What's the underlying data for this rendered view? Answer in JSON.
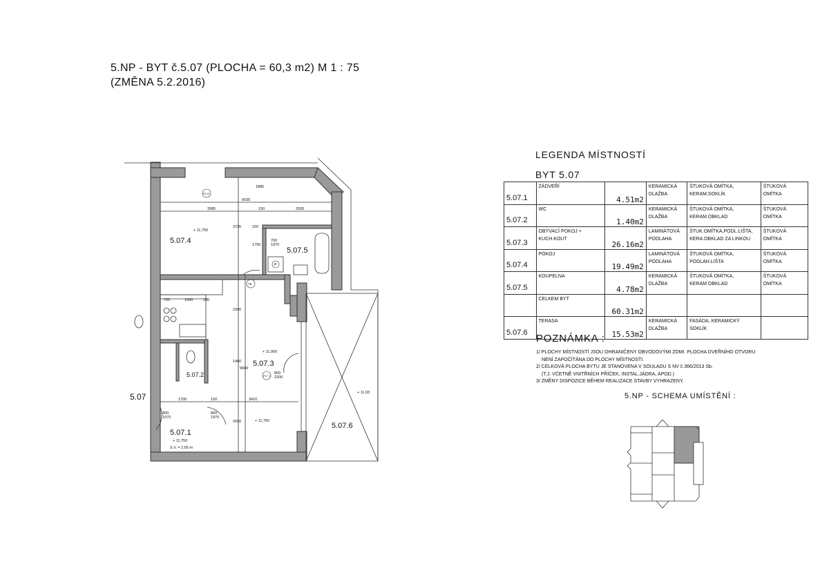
{
  "header": {
    "line1": "5.NP - BYT č.5.07 (PLOCHA = 60,3 m2)    M 1 : 75",
    "line2": "(ZMĚNA 5.2.2016)"
  },
  "legend": {
    "title": "LEGENDA MÍSTNOSTÍ",
    "subtitle": "BYT 5.07",
    "rows": [
      {
        "code": "5.07.1",
        "name": "ZÁDVEŘÍ",
        "area": "4.51m2",
        "floor": "KERAMICKÁ DLAŽBA",
        "walls": "ŠTUKOVÁ OMÍTKA, KERAM.SOKLÍK",
        "ceiling": "ŠTUKOVÁ OMÍTKA"
      },
      {
        "code": "5.07.2",
        "name": "WC",
        "area": "1.40m2",
        "floor": "KERAMICKÁ DLAŽBA",
        "walls": "ŠTUKOVÁ OMÍTKA, KERAM.OBKLAD",
        "ceiling": "ŠTUKOVÁ OMÍTKA"
      },
      {
        "code": "5.07.3",
        "name": "OBÝVACÍ POKOJ + KUCH.KOUT",
        "area": "26.16m2",
        "floor": "LAMINÁTOVÁ PODLAHA",
        "walls": "ŠTUK.OMÍTKA,PODL.LIŠTA, KERA.OBKLAD ZA LINKOU",
        "ceiling": "ŠTUKOVÁ OMÍTKA"
      },
      {
        "code": "5.07.4",
        "name": "POKOJ",
        "area": "19.49m2",
        "floor": "LAMINÁTOVÁ PODLAHA",
        "walls": "ŠTUKOVÁ OMÍTKA, PODLAH.LIŠTA",
        "ceiling": "ŠTUKOVÁ OMÍTKA"
      },
      {
        "code": "5.07.5",
        "name": "KOUPELNA",
        "area": "4.78m2",
        "floor": "KERAMICKÁ DLAŽBA",
        "walls": "ŠTUKOVÁ OMÍTKA, KERAM.OBKLAD",
        "ceiling": "ŠTUKOVÁ OMÍTKA"
      },
      {
        "code": "",
        "name": "CELKEM BYT",
        "area": "60.31m2",
        "floor": "",
        "walls": "",
        "ceiling": ""
      },
      {
        "code": "5.07.6",
        "name": "TERASA",
        "area": "15.53m2",
        "floor": "KERAMICKÁ DLAŽBA",
        "walls": "FASÁDA, KERAMICKÝ SOKLÍK",
        "ceiling": ""
      }
    ]
  },
  "notes": {
    "title": "POZNÁMKA :",
    "items": [
      "1/ PLOCHY MÍSTNOSTÍ JSOU OHRANIČENY OBVODOVÝMI ZDMI. PLOCHA DVEŘNÍHO OTVORU",
      "NENÍ ZAPOČÍTÁNA DO PLOCHY MÍSTNOSTI.",
      "2/ CELKOVÁ PLOCHA BYTU JE STANOVENA V SOULADU S NV č.366/2013 Sb.",
      "(T.J. VČETNĚ VNITŘNÍCH PŘÍČEK, INSTAL.JÁDRA, APOD.)",
      "3/ ZMĚNY DISPOZICE BĚHEM REALIZACE STAVBY VYHRAZENY."
    ],
    "schema_title": "5.NP - SCHEMA UMÍSTĚNÍ :"
  },
  "plan": {
    "unit_tag": "5.07",
    "rooms": {
      "r1": "5.07.1",
      "r2": "5.07.2",
      "r3": "5.07.3",
      "r4": "5.07.4",
      "r5": "5.07.5",
      "r6": "5.07.6"
    },
    "levels": {
      "l4": "+ 11,750",
      "l3a": "+ 11,900",
      "l3b": "+ 11,750",
      "l1": "+ 11,750",
      "terrace": "+ 11,93"
    },
    "clear_height": "S.V. = 2,65 m",
    "dims": {
      "d6635": "6635",
      "d3985": "3985",
      "d150a": "150",
      "d2500": "2500",
      "d1885": "1885",
      "d3735": "3735",
      "d1700v": "1700",
      "d150b": "150",
      "d700": "700",
      "d1000": "1000",
      "d150c": "150",
      "d2300": "2300",
      "d1400": "1400",
      "d9600": "9600",
      "d1700": "1700",
      "d150d": "150",
      "d3410": "3410",
      "d2650": "2650"
    },
    "doors": {
      "dr5": "700",
      "dr5h": "1970",
      "dr3": "800",
      "dr3h": "2200",
      "dr1a": "800",
      "dr1ah": "1970",
      "dr1b": "800",
      "dr1bh": "1970"
    },
    "tags": {
      "t1": "PL13",
      "t2": "T6",
      "t3": "PL7.1",
      "t4": "P"
    }
  }
}
